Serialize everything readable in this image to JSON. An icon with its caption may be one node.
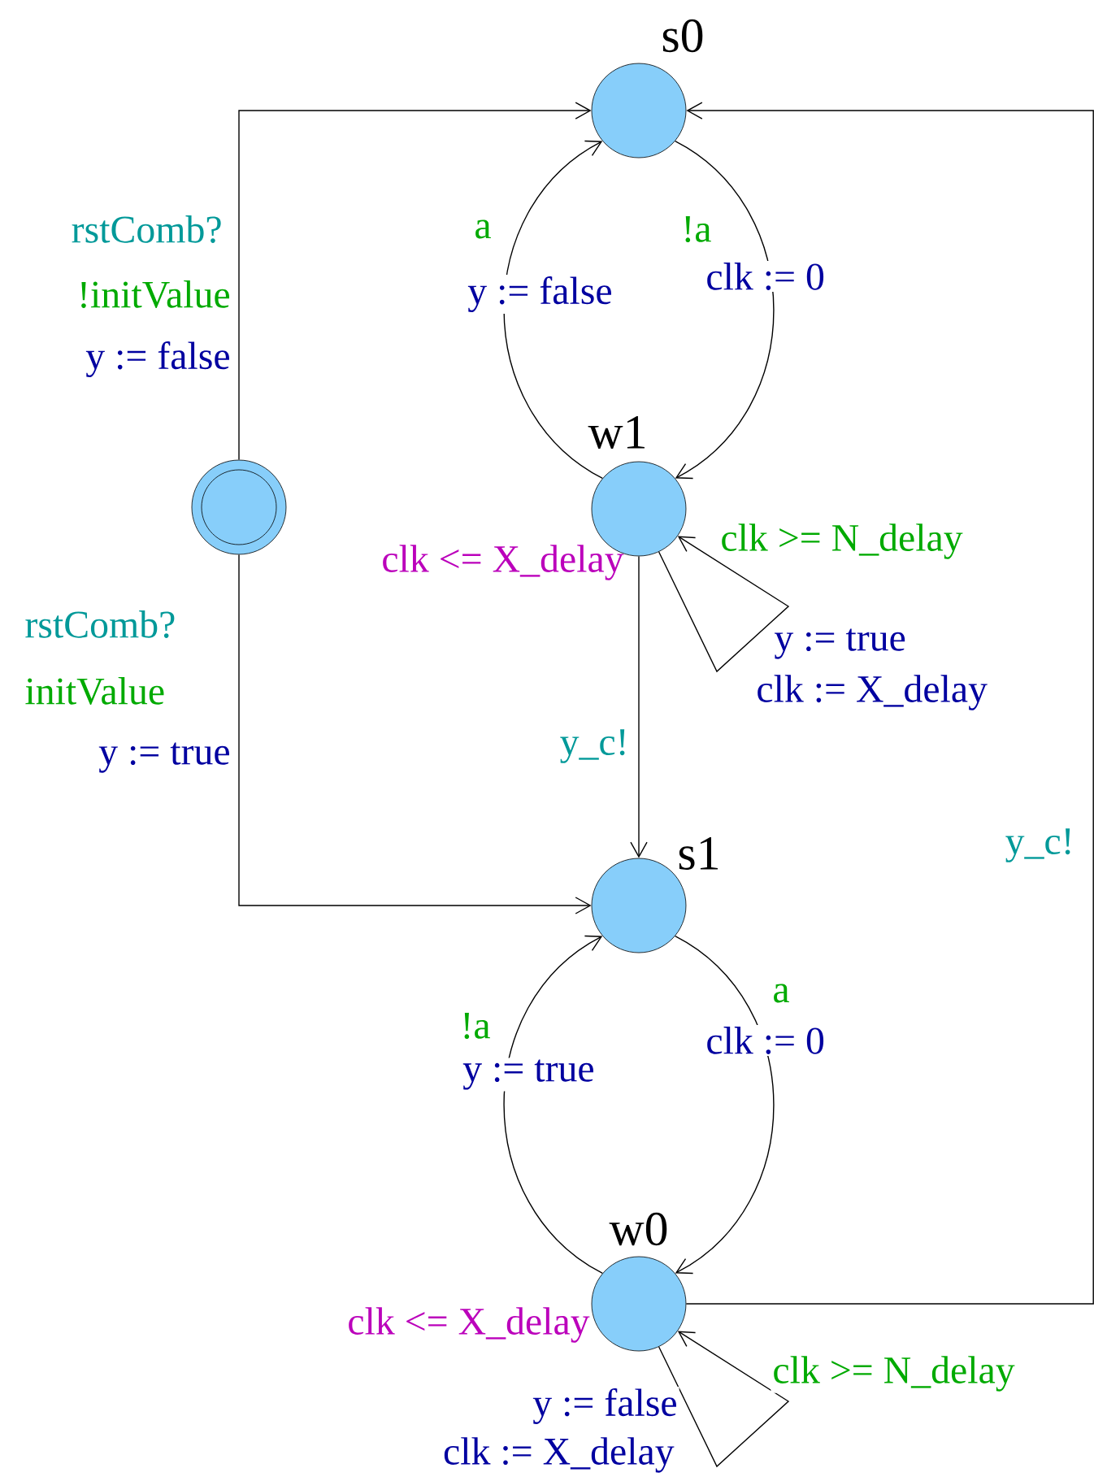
{
  "diagram": {
    "nodes": [
      {
        "text": [],
        "shape": "circle"
      },
      {
        "text": [
          "s0"
        ]
      },
      {
        "text": [
          "w1"
        ],
        "beside": [
          "clk <= X_delay"
        ]
      },
      {
        "text": [
          "s1"
        ]
      },
      {
        "text": [
          "w0"
        ],
        "beside": [
          "clk <= X_delay"
        ]
      }
    ],
    "edges": [
      {
        "from": 0,
        "to": 1,
        "arrow": "to",
        "label": [
          "rstComb?",
          "!initValue",
          "y := false"
        ]
      },
      {
        "from": 0,
        "to": 3,
        "arrow": "to",
        "label": [
          "rstComb?",
          "initValue",
          "y := true"
        ]
      },
      {
        "from": 2,
        "to": 1,
        "arrow": "to",
        "label": [
          "a",
          "y := false"
        ]
      },
      {
        "from": 1,
        "to": 2,
        "arrow": "to",
        "label": [
          "!a",
          "clk := 0"
        ]
      },
      {
        "from": 2,
        "to": 2,
        "arrow": "to",
        "label": [
          "clk >= N_delay",
          "y := true",
          "clk := X_delay"
        ]
      },
      {
        "from": 2,
        "to": 3,
        "arrow": "to",
        "label": [
          "y_c!"
        ]
      },
      {
        "from": 3,
        "to": 4,
        "arrow": "to",
        "label": [
          "a",
          "clk := 0"
        ]
      },
      {
        "from": 4,
        "to": 3,
        "arrow": "to",
        "label": [
          "!a",
          "y := true"
        ]
      },
      {
        "from": 4,
        "to": 4,
        "arrow": "to",
        "label": [
          "clk >= N_delay",
          "y := false",
          "clk := X_delay"
        ]
      },
      {
        "from": 4,
        "to": 1,
        "arrow": "to",
        "label": [
          "y_c!"
        ]
      }
    ]
  }
}
